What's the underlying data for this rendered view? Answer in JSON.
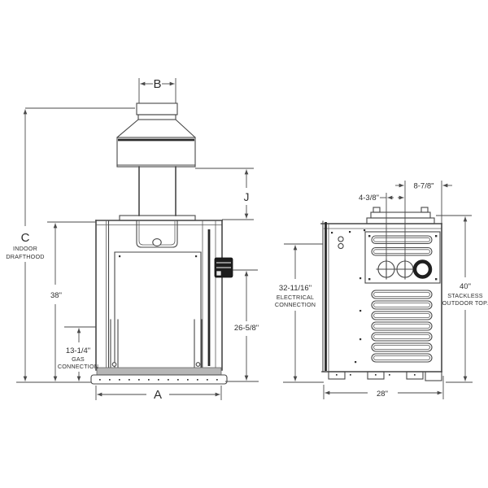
{
  "colors": {
    "line": "#474747",
    "dark_accent": "#1d1d1d",
    "base_shade": "#b6b6b6",
    "background": "#ffffff"
  },
  "front_view": {
    "dim_b_label": "B",
    "dim_c_letter": "C",
    "dim_c_line1": "INDOOR",
    "dim_c_line2": "DRAFTHOOD",
    "height_label": "38\"",
    "gas_value": "13-1/4\"",
    "gas_line1": "GAS",
    "gas_line2": "CONNECTION",
    "dim_j_label": "J",
    "water_height_label": "26-5/8\"",
    "dim_a_label": "A"
  },
  "side_view": {
    "offset_small_label": "4-3/8\"",
    "offset_large_label": "8-7/8\"",
    "electrical_value": "32-11/16\"",
    "electrical_line1": "ELECTRICAL",
    "electrical_line2": "CONNECTION",
    "total_height_label": "40\"",
    "total_height_line1": "STACKLESS",
    "total_height_line2": "OUTDOOR TOP.",
    "width_label": "28\""
  }
}
